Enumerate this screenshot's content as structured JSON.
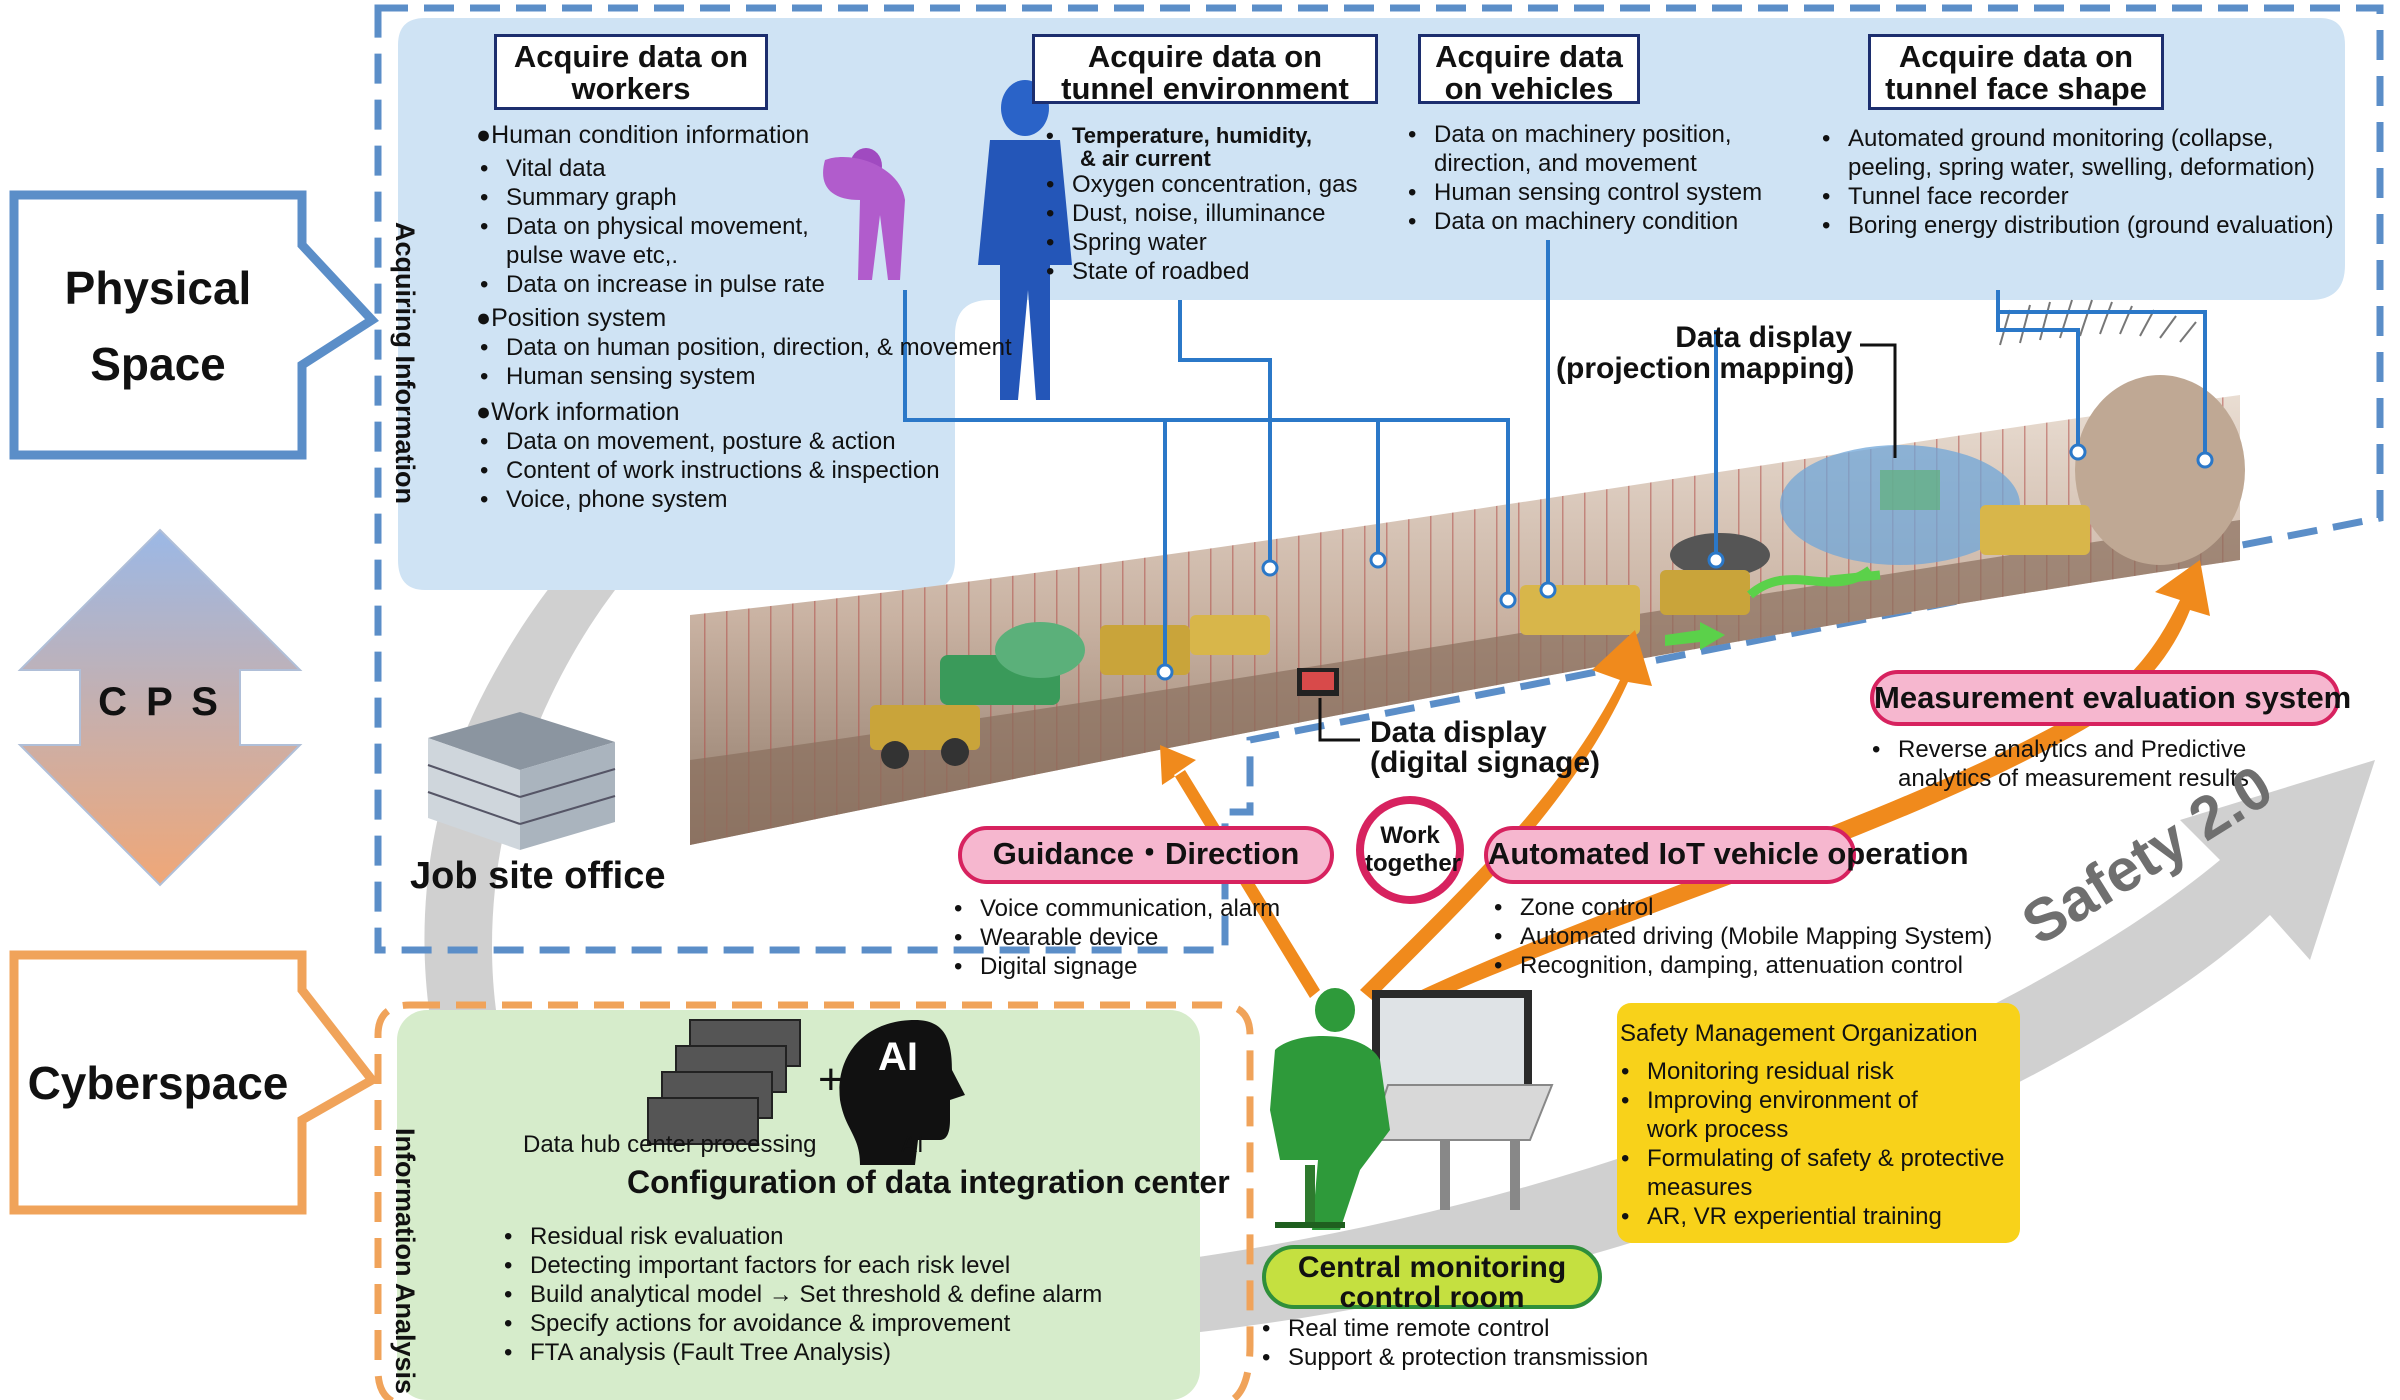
{
  "callouts": {
    "physical_space": "Physical\nSpace",
    "cps": "C P S",
    "cyberspace": "Cyberspace"
  },
  "side_labels": {
    "acquiring_information": "Acquiring Information",
    "information_analysis": "Information Analysis"
  },
  "headers": {
    "workers": "Acquire data on workers",
    "tunnel_env": "Acquire data on tunnel environment",
    "vehicles": "Acquire data on vehicles",
    "tunnel_face": "Acquire data on tunnel face shape"
  },
  "workers": {
    "human_condition": "●Human condition information",
    "human_condition_items": [
      "Vital data",
      "Summary graph",
      "Data on physical movement,",
      "pulse wave etc,.",
      "Data on increase in pulse rate"
    ],
    "position": "●Position system",
    "position_items": [
      "Data on human position, direction, & movement",
      "Human sensing system"
    ],
    "work_info": "●Work information",
    "work_info_items": [
      "Data on movement, posture & action",
      "Content of work instructions & inspection",
      "Voice, phone system"
    ]
  },
  "tunnel_env_items": [
    "Temperature, humidity,",
    "& air current",
    "Oxygen concentration, gas",
    "Dust, noise, illuminance",
    "Spring water",
    "State of roadbed"
  ],
  "vehicle_items": [
    "Data on machinery position,",
    "direction, and movement",
    "Human sensing control system",
    "Data on machinery condition"
  ],
  "tunnel_face_items": [
    "Automated ground monitoring (collapse,",
    "peeling, spring water, swelling, deformation)",
    "Tunnel face recorder",
    "Boring energy distribution (ground evaluation)"
  ],
  "data_display_projection": [
    "Data display",
    "(projection mapping)"
  ],
  "data_display_signage": [
    "Data display",
    "(digital signage)"
  ],
  "job_site_office": "Job site office",
  "measurement": {
    "title": "Measurement evaluation system",
    "items": [
      "Reverse analytics and Predictive",
      "analytics of measurement results"
    ]
  },
  "guidance": {
    "title": "Guidance・Direction",
    "items": [
      "Voice communication, alarm",
      "Wearable device",
      "Digital signage"
    ]
  },
  "work_together": [
    "Work",
    "together"
  ],
  "automated": {
    "title": "Automated IoT vehicle operation",
    "items": [
      "Zone control",
      "Automated driving (Mobile Mapping System)",
      "Recognition, damping, attenuation control"
    ]
  },
  "safety_label": "Safety 2.0",
  "safety_org": {
    "title": "Safety Management Organization",
    "items": [
      "Monitoring residual risk",
      "Improving environment of",
      "work process",
      "Formulating of safety & protective",
      "measures",
      "AR, VR experiential training"
    ]
  },
  "cyber": {
    "data_hub": "Data hub center processing",
    "plus": "+",
    "ai_head": "AI",
    "ai_label": "AI",
    "config_title": "Configuration of data integration center",
    "items": [
      "Residual risk evaluation",
      "Detecting important factors for each risk level",
      "Build analytical model → Set threshold & define alarm",
      "Specify actions for avoidance & improvement",
      "FTA analysis (Fault Tree Analysis)"
    ]
  },
  "central": {
    "title": [
      "Central monitoring",
      "control room"
    ],
    "items": [
      "Real time remote control",
      "Support & protection transmission"
    ]
  },
  "colors": {
    "physical_blue": "#5b8ec8",
    "cyber_orange": "#f0a35a",
    "info_panel": "#cfe3f4",
    "cyber_panel": "#d6eccb",
    "guidance_pink": "#f6b7cf",
    "pink_border": "#d7225f",
    "arrow_orange": "#f08a1c",
    "safety_yellow": "#f8d21a",
    "central_green": "#c5e040"
  }
}
